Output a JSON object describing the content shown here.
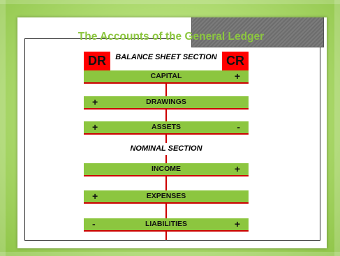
{
  "title": "The Accounts of the General Ledger",
  "debit_tag": "DR",
  "credit_tag": "CR",
  "balance_sheet_heading": "BALANCE SHEET SECTION",
  "nominal_heading": "NOMINAL SECTION",
  "accent_green": "#8cc63f",
  "accent_red": "#ff0000",
  "accounts": [
    {
      "label": "CAPITAL",
      "left_sign": "",
      "right_sign": "+"
    },
    {
      "label": "DRAWINGS",
      "left_sign": "+",
      "right_sign": ""
    },
    {
      "label": "ASSETS",
      "left_sign": "+",
      "right_sign": "-"
    },
    {
      "label": "INCOME",
      "left_sign": "",
      "right_sign": "+"
    },
    {
      "label": "EXPENSES",
      "left_sign": "+",
      "right_sign": ""
    },
    {
      "label": "LIABILITIES",
      "left_sign": "-",
      "right_sign": "+"
    }
  ]
}
